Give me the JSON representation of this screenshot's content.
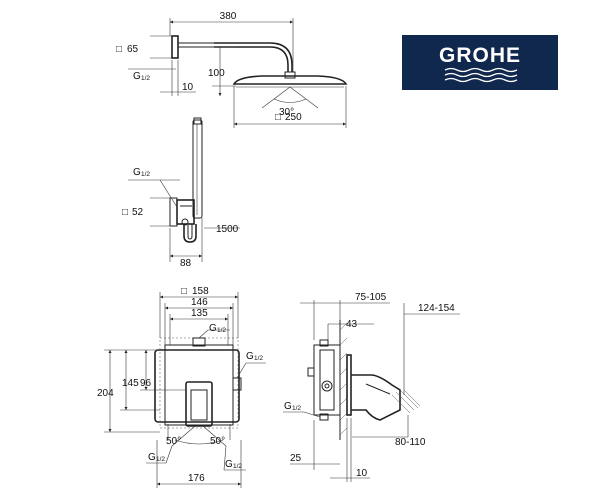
{
  "brand": {
    "logo_text": "GROHE",
    "logo_bg_color": "#11284e",
    "logo_fg_color": "#ffffff"
  },
  "shower_head": {
    "arm_length": "380",
    "flange_size_symbol": "□",
    "flange_size": "65",
    "thread_label": "G",
    "thread_size": "1/2",
    "flange_depth": "10",
    "drop": "100",
    "angle": "30°",
    "head_size_symbol": "□",
    "head_size": "250"
  },
  "hand_shower": {
    "thread_label": "G",
    "thread_size": "1/2",
    "outlet_size_symbol": "□",
    "outlet_size": "52",
    "hose_length": "1500",
    "width": "88"
  },
  "mixer_front": {
    "plate_size_symbol": "□",
    "plate_size": "158",
    "width_146": "146",
    "width_135": "135",
    "thread_top_label": "G",
    "thread_top_size": "1/2",
    "thread_right_label": "G",
    "thread_right_size": "1/2",
    "height_204": "204",
    "height_145": "145",
    "height_96": "96",
    "angle_left": "50°",
    "angle_right": "50°",
    "thread_bl_label": "G",
    "thread_bl_size": "1/2",
    "thread_br_label": "G",
    "thread_br_size": "1/2",
    "width_176": "176"
  },
  "mixer_side": {
    "depth_range": "75-105",
    "projection_range": "124-154",
    "depth_43": "43",
    "thread_label": "G",
    "thread_size": "1/2",
    "wall_25": "25",
    "plate_10": "10",
    "outlet_range": "80-110"
  },
  "icons": [
    "grohe-logo",
    "shower-head-icon",
    "hand-shower-icon",
    "mixer-valve-icon"
  ]
}
